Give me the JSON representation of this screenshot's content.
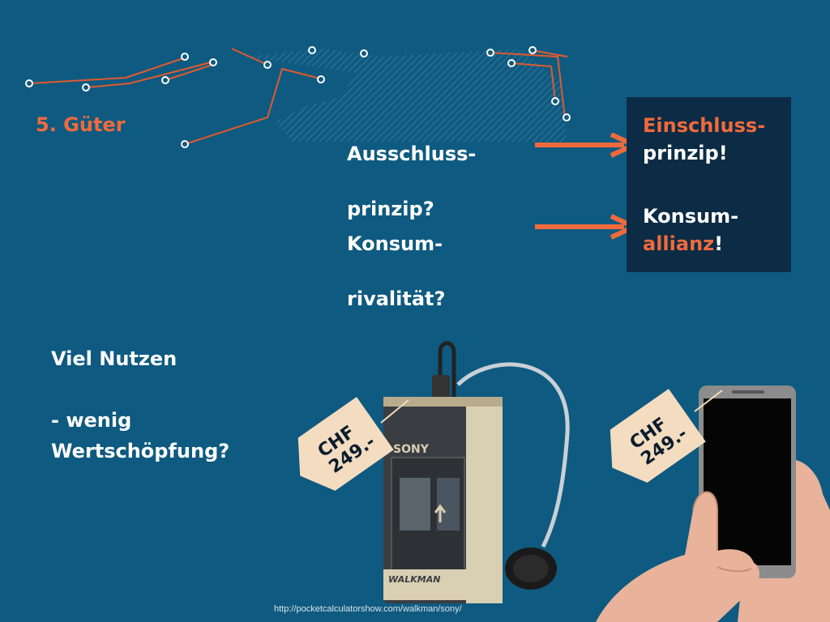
{
  "slide": {
    "title": "5. Güter",
    "questions": [
      {
        "line1": "Ausschluss-",
        "line2": "prinzip?"
      },
      {
        "line1": "Konsum-",
        "line2": "rivalität?"
      }
    ],
    "answers": [
      {
        "line1": "Einschluss-",
        "line2": "prinzip!"
      },
      {
        "line1": "Konsum-",
        "line2_highlight": "allianz",
        "line2_end": "!"
      }
    ],
    "left_text": {
      "line1": "Viel Nutzen",
      "line2": "- wenig",
      "line3": "Wertschöpfung?"
    },
    "price_tags": [
      {
        "line1": "CHF",
        "line2": "249.-"
      },
      {
        "line1": "CHF",
        "line2": "249.-"
      }
    ],
    "walkman_brand": "SONY",
    "walkman_label": "WALKMAN",
    "source_url": "http://pocketcalculatorshow.com/walkman/sony/"
  },
  "colors": {
    "background": "#0f5a80",
    "accent": "#f06a3c",
    "answer_box": "#0c2b44",
    "tag": "#f3dcc0"
  },
  "icons": [
    "arrow-right-icon",
    "circuit-decoration",
    "walkman-image",
    "smartphone-image",
    "price-tag-icon"
  ]
}
